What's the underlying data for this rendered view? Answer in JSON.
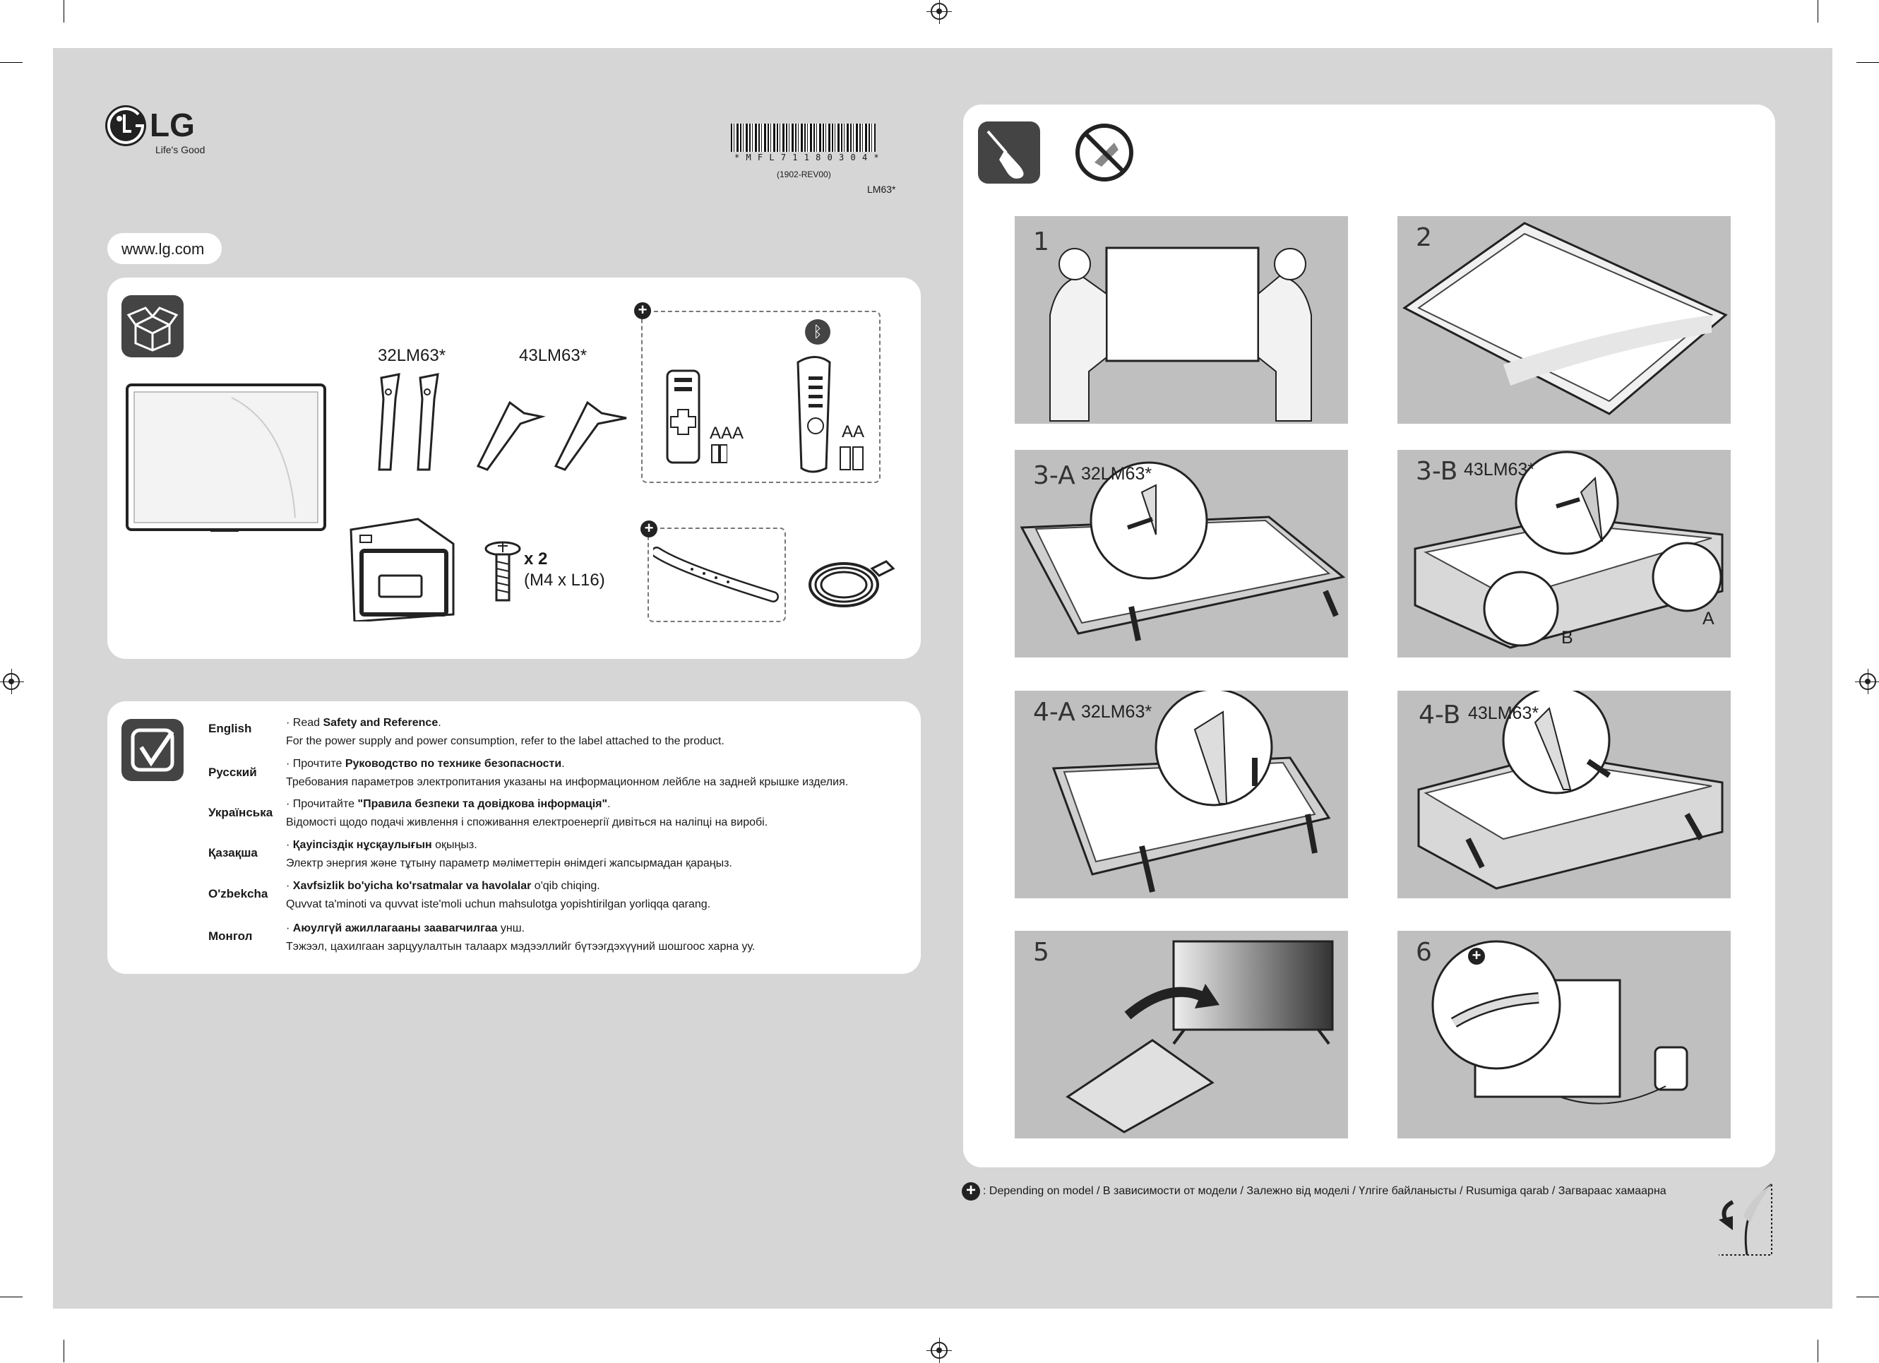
{
  "brand": {
    "logo_text": "LG",
    "tagline": "Life's Good",
    "website": "www.lg.com"
  },
  "barcode": {
    "code": "* M F L 7 1 1 8 0 3 0 4 *",
    "revision": "(1902-REV00)",
    "model": "LM63*"
  },
  "box_contents": {
    "model_a": "32LM63*",
    "model_b": "43LM63*",
    "battery_aaa": "AAA",
    "battery_aa": "AA",
    "screw_qty": "x 2",
    "screw_spec": "(M4 x L16)"
  },
  "languages": [
    {
      "name": "English",
      "line1_pre": "Read ",
      "line1_bold": "Safety and Reference",
      "line1_post": ".",
      "line2": "For the power supply and power consumption, refer to the label attached to the product."
    },
    {
      "name": "Русский",
      "line1_pre": "Прочтите ",
      "line1_bold": "Руководство по технике безопасности",
      "line1_post": ".",
      "line2": "Требования параметров электропитания указаны на информационном лейбле на задней крышке изделия."
    },
    {
      "name": "Українська",
      "line1_pre": "Прочитайте ",
      "line1_bold": "\"Правила безпеки та довідкова інформація\"",
      "line1_post": ".",
      "line2": "Відомості щодо подачі живлення і споживання електроенергії дивіться на наліпці на виробі."
    },
    {
      "name": "Қазақша",
      "line1_pre": "",
      "line1_bold": "Қауіпсіздік нұсқаулығын",
      "line1_post": " оқыңыз.",
      "line2": "Электр энергия және тұтыну параметр мәліметтерін өнімдегі жапсырмадан қараңыз."
    },
    {
      "name": "O'zbekcha",
      "line1_pre": "",
      "line1_bold": "Xavfsizlik bo'yicha ko'rsatmalar va havolalar",
      "line1_post": " o'qib chiqing.",
      "line2": "Quvvat ta'minoti va quvvat iste'moli uchun mahsulotga yopishtirilgan yorliqqa qarang."
    },
    {
      "name": "Монгол",
      "line1_pre": "",
      "line1_bold": "Аюулгүй ажиллагааны заавarчилгаа",
      "line1_post": " унш.",
      "line2": "Тэжээл, цахилгаан зарцуулалтын талаарх мэдээллийг бүтээгдэхүүний шошгоос харна уу."
    }
  ],
  "steps": [
    {
      "num": "1",
      "model": ""
    },
    {
      "num": "2",
      "model": ""
    },
    {
      "num": "3-A",
      "model": "32LM63*",
      "letter_b": "",
      "letter_a": ""
    },
    {
      "num": "3-B",
      "model": "43LM63*",
      "letter_b": "B",
      "letter_a": "A"
    },
    {
      "num": "4-A",
      "model": "32LM63*"
    },
    {
      "num": "4-B",
      "model": "43LM63*"
    },
    {
      "num": "5",
      "model": ""
    },
    {
      "num": "6",
      "model": ""
    }
  ],
  "footnote": ": Depending on model / В зависимости от модели / Залежно від моделі / Үлгіге байланысты / Rusumiga qarab / Загвараас хамаарна",
  "colors": {
    "sheet_bg": "#d6d6d6",
    "panel_bg": "#ffffff",
    "icon_bg": "#444444",
    "step_cell_bg": "#bfbfbf"
  }
}
